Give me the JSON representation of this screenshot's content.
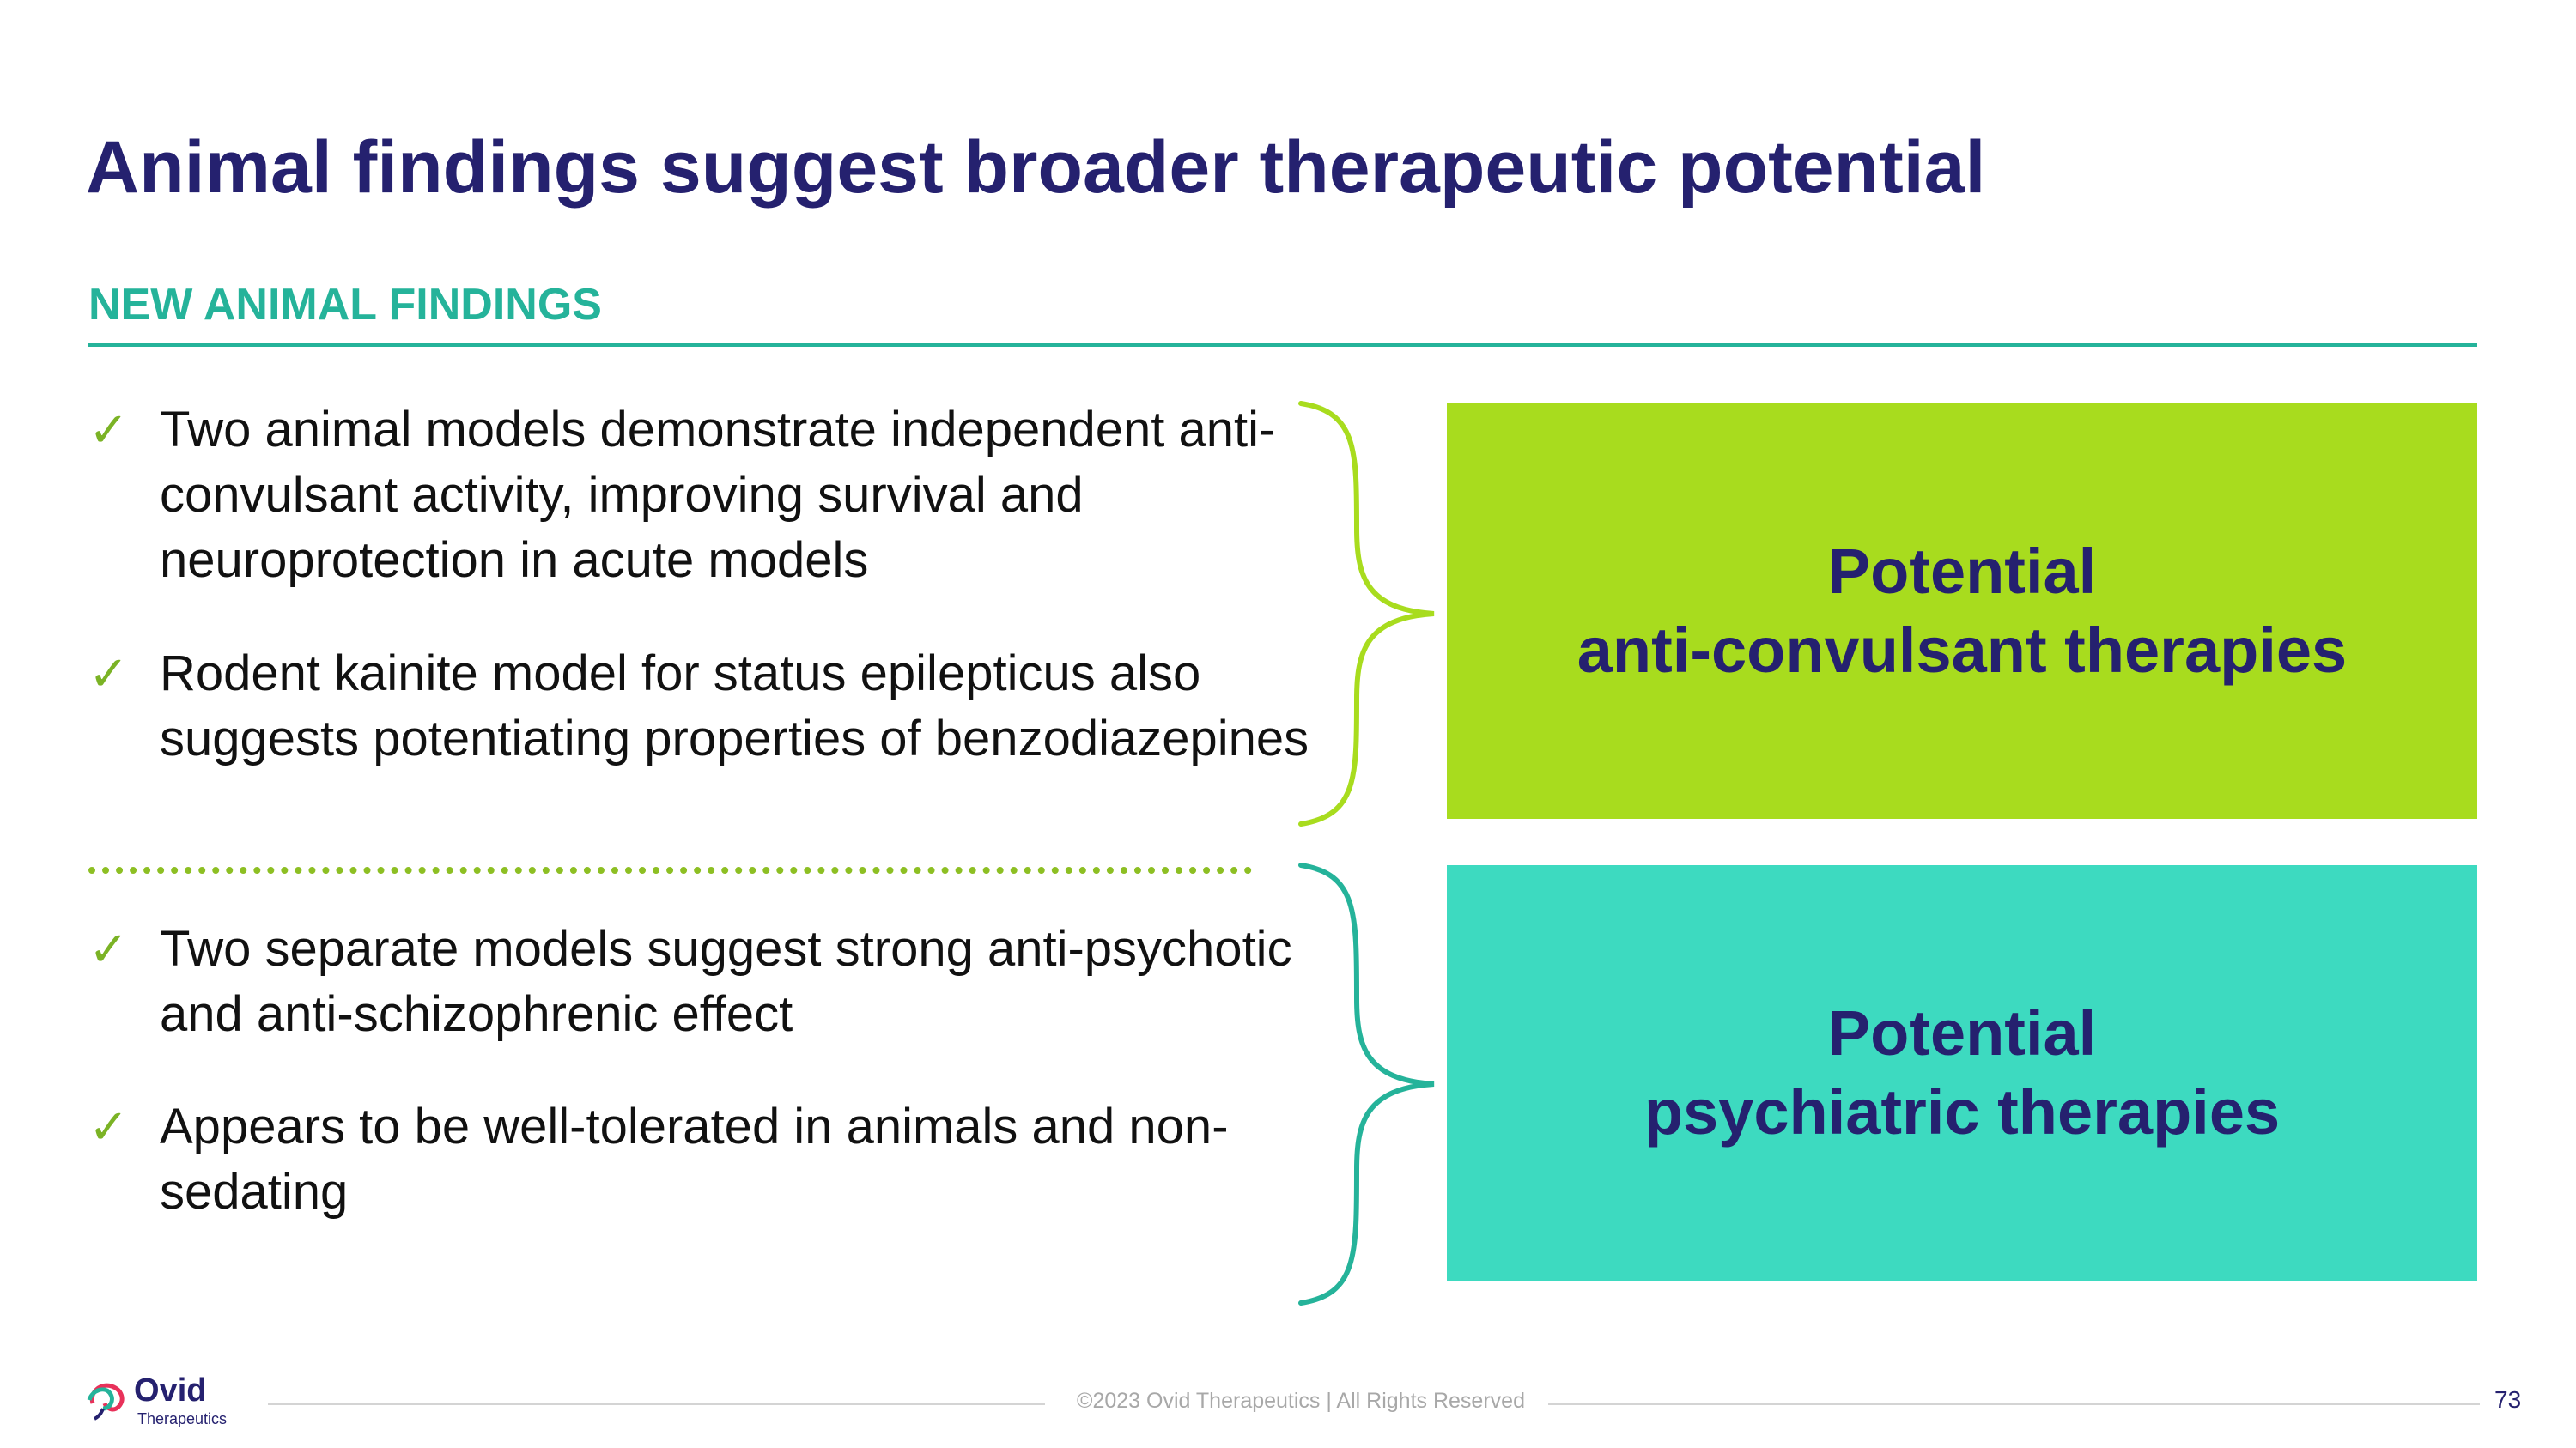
{
  "title": "Animal findings suggest broader therapeutic potential",
  "section_label": "NEW ANIMAL FINDINGS",
  "bullets": [
    {
      "check": "✓",
      "text": "Two animal models demonstrate independent anti-convulsant activity, improving survival and neuroprotection in acute models"
    },
    {
      "check": "✓",
      "text": "Rodent kainite model for status epilepticus also suggests potentiating properties of benzodiazepines"
    },
    {
      "check": "✓",
      "text": "Two separate models suggest strong anti-psychotic and anti-schizophrenic effect"
    },
    {
      "check": "✓",
      "text": "Appears to be well-tolerated in animals and non-sedating"
    }
  ],
  "boxes": [
    {
      "line1": "Potential",
      "line2": "anti-convulsant therapies",
      "color": "#a8dc1e"
    },
    {
      "line1": "Potential",
      "line2": "psychiatric therapies",
      "color": "#3ddac0"
    }
  ],
  "colors": {
    "title": "#25216f",
    "accent_teal": "#25b39a",
    "check_green": "#7bb325",
    "brace_green": "#a8dc1e",
    "brace_teal": "#25b39a"
  },
  "footer": {
    "logo_word": "Ovid",
    "logo_sub": "Therapeutics",
    "copyright": "©2023 Ovid Therapeutics | All Rights Reserved",
    "page_number": "73"
  }
}
